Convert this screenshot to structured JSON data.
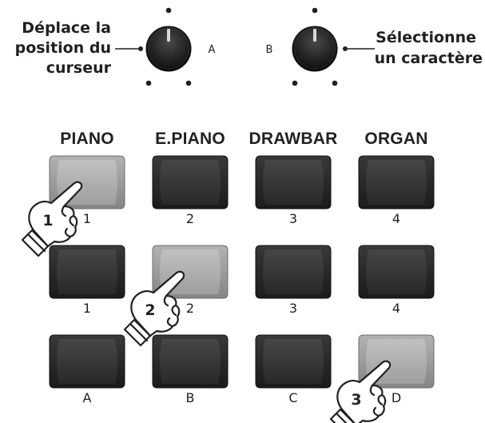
{
  "knobs": {
    "left": {
      "desc_line1": "Déplace la",
      "desc_line2": "position du",
      "desc_line3": "curseur",
      "letter": "A"
    },
    "right": {
      "desc_line1": "Sélectionne",
      "desc_line2": "un caractère",
      "letter": "B"
    }
  },
  "categories": [
    "PIANO",
    "E.PIANO",
    "DRAWBAR",
    "ORGAN"
  ],
  "rows": [
    [
      "1",
      "2",
      "3",
      "4"
    ],
    [
      "1",
      "2",
      "3",
      "4"
    ],
    [
      "A",
      "B",
      "C",
      "D"
    ]
  ],
  "steps": [
    "1",
    "2",
    "3"
  ],
  "colors": {
    "button_dark": "#2c2a2b",
    "button_pressed": "#9a9a9a",
    "text": "#231f20"
  }
}
